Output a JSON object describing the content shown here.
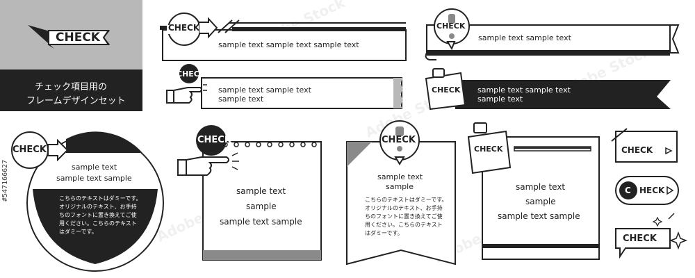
{
  "colors": {
    "dark": "#222222",
    "gray": "#b8b8b8",
    "mid": "#8a8a8a",
    "white": "#ffffff"
  },
  "title_panel": {
    "badge": "CHECK",
    "line1": "チェック項目用の",
    "line2": "フレームデザインセット"
  },
  "check": "CHECK",
  "check_c": "C",
  "check_heck": "HECK",
  "frames": {
    "f1": {
      "text": "sample text sample text sample text"
    },
    "f2": {
      "line1": "sample text sample text",
      "line2": "sample text"
    },
    "f3": {
      "text": "sample text sample text"
    },
    "f4": {
      "line1": "sample text sample text",
      "line2": "sample text"
    },
    "circle": {
      "line1": "sample text",
      "line2": "sample text sample",
      "body": [
        "こちらのテキストはダミーです。",
        "オリジナルのテキスト、お手持",
        "ちのフォントに置き換えてご使",
        "用ください。こちらのテキスト",
        "はダミーです。"
      ]
    },
    "notepad": {
      "line1": "sample text",
      "line2": "sample",
      "line3": "sample text sample"
    },
    "ribbon": {
      "line1": "sample text",
      "line2": "sample",
      "body": [
        "こちらのテキストはダミーです。",
        "オリジナルのテキスト、お手持",
        "ちのフォントに置き換えてご使",
        "用ください。こちらのテキスト",
        "はダミーです。"
      ]
    },
    "clip_board": {
      "line1": "sample text",
      "line2": "sample",
      "line3": "sample text sample"
    }
  },
  "watermark": "Adobe Stock",
  "stock_id": "#547166627"
}
